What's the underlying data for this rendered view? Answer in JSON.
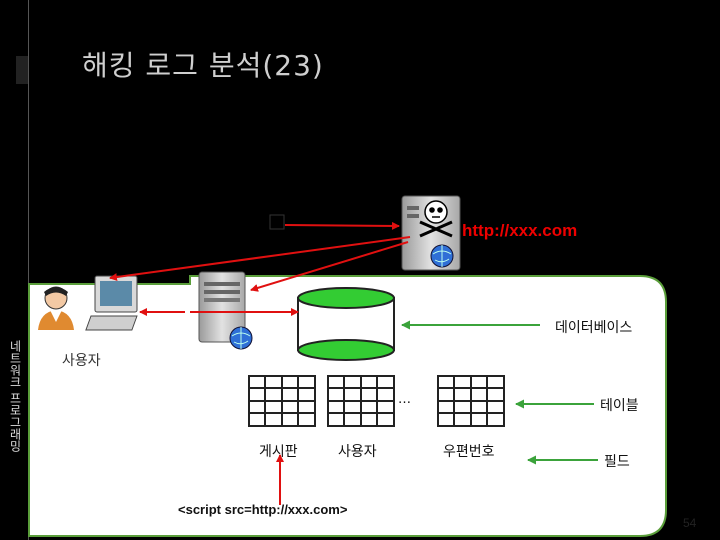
{
  "title": "해킹 로그 분석(23)",
  "side_label": "네트워크 프로그래밍",
  "attacker_url": "http://xxx.com",
  "labels": {
    "database": "데이터베이스",
    "user": "사용자",
    "table": "테이블",
    "field": "필드",
    "ellipsis": "…"
  },
  "tables": [
    {
      "name": "게시판"
    },
    {
      "name": "사용자"
    },
    {
      "name": "우편번호"
    }
  ],
  "script_tag": "<script src=http://xxx.com>",
  "page_number": "54",
  "colors": {
    "arrow": "#e01010",
    "connector": "#3ba33b",
    "db": "#33cc33",
    "panel_border": "#5a9e3a"
  }
}
